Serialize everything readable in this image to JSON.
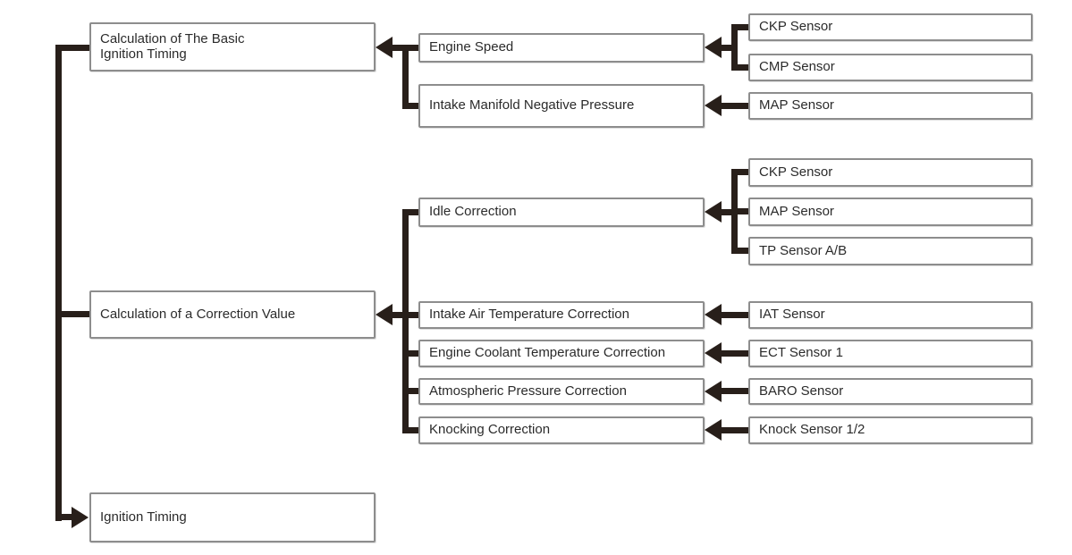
{
  "palette": {
    "background": "#ffffff",
    "box_fill": "#ffffff",
    "box_border": "#8d8d8d",
    "connector": "#281f1a",
    "text": "#2b2b2b"
  },
  "diagram": {
    "type": "flow-block-diagram",
    "flow_direction": "sensors feed corrections, corrections feed calculations, calculations feed ignition timing"
  },
  "nodes": {
    "outputs": [
      {
        "id": "basic_timing",
        "label": "Calculation of The Basic\nIgnition Timing"
      },
      {
        "id": "correction_value",
        "label": "Calculation of a Correction Value"
      },
      {
        "id": "ignition_timing",
        "label": "Ignition Timing"
      }
    ],
    "parameters": [
      {
        "id": "engine_speed",
        "label": "Engine Speed"
      },
      {
        "id": "intake_manifold",
        "label": "Intake Manifold Negative Pressure"
      },
      {
        "id": "idle_corr",
        "label": "Idle Correction"
      },
      {
        "id": "iat_corr",
        "label": "Intake Air Temperature Correction"
      },
      {
        "id": "ect_corr",
        "label": "Engine Coolant Temperature Correction"
      },
      {
        "id": "baro_corr",
        "label": "Atmospheric Pressure Correction"
      },
      {
        "id": "knock_corr",
        "label": "Knocking Correction"
      }
    ],
    "sensors": [
      {
        "id": "ckp1",
        "label": "CKP Sensor"
      },
      {
        "id": "cmp1",
        "label": "CMP Sensor"
      },
      {
        "id": "map1",
        "label": "MAP Sensor"
      },
      {
        "id": "ckp2",
        "label": "CKP Sensor"
      },
      {
        "id": "map2",
        "label": "MAP Sensor"
      },
      {
        "id": "tp",
        "label": "TP Sensor A/B"
      },
      {
        "id": "iat",
        "label": "IAT Sensor"
      },
      {
        "id": "ect1",
        "label": "ECT Sensor 1"
      },
      {
        "id": "baro",
        "label": "BARO Sensor"
      },
      {
        "id": "knock12",
        "label": "Knock Sensor 1/2"
      }
    ]
  },
  "edges": [
    {
      "from": "ckp1",
      "to": "engine_speed"
    },
    {
      "from": "cmp1",
      "to": "engine_speed"
    },
    {
      "from": "map1",
      "to": "intake_manifold"
    },
    {
      "from": "ckp2",
      "to": "idle_corr"
    },
    {
      "from": "map2",
      "to": "idle_corr"
    },
    {
      "from": "tp",
      "to": "idle_corr"
    },
    {
      "from": "iat",
      "to": "iat_corr"
    },
    {
      "from": "ect1",
      "to": "ect_corr"
    },
    {
      "from": "baro",
      "to": "baro_corr"
    },
    {
      "from": "knock12",
      "to": "knock_corr"
    },
    {
      "from": "engine_speed",
      "to": "basic_timing"
    },
    {
      "from": "intake_manifold",
      "to": "basic_timing"
    },
    {
      "from": "idle_corr",
      "to": "correction_value"
    },
    {
      "from": "iat_corr",
      "to": "correction_value"
    },
    {
      "from": "ect_corr",
      "to": "correction_value"
    },
    {
      "from": "baro_corr",
      "to": "correction_value"
    },
    {
      "from": "knock_corr",
      "to": "correction_value"
    },
    {
      "from": "basic_timing",
      "to": "ignition_timing"
    },
    {
      "from": "correction_value",
      "to": "ignition_timing"
    }
  ]
}
